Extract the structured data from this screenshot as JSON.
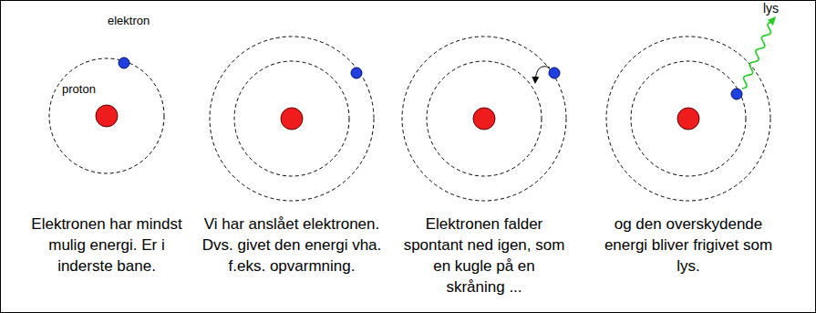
{
  "diagram": {
    "labels": [
      "elektron",
      "proton",
      "lys",
      "Elektronen har mindst mulig energi. Er i inderste bane.",
      "Vi har anslået elektronen. Dvs. givet den energi vha. f.eks. opvarmning.",
      "Elektronen falder spontant ned igen, som en kugle på en skråning ...",
      "og den overskydende energi bliver frigivet som lys."
    ]
  }
}
